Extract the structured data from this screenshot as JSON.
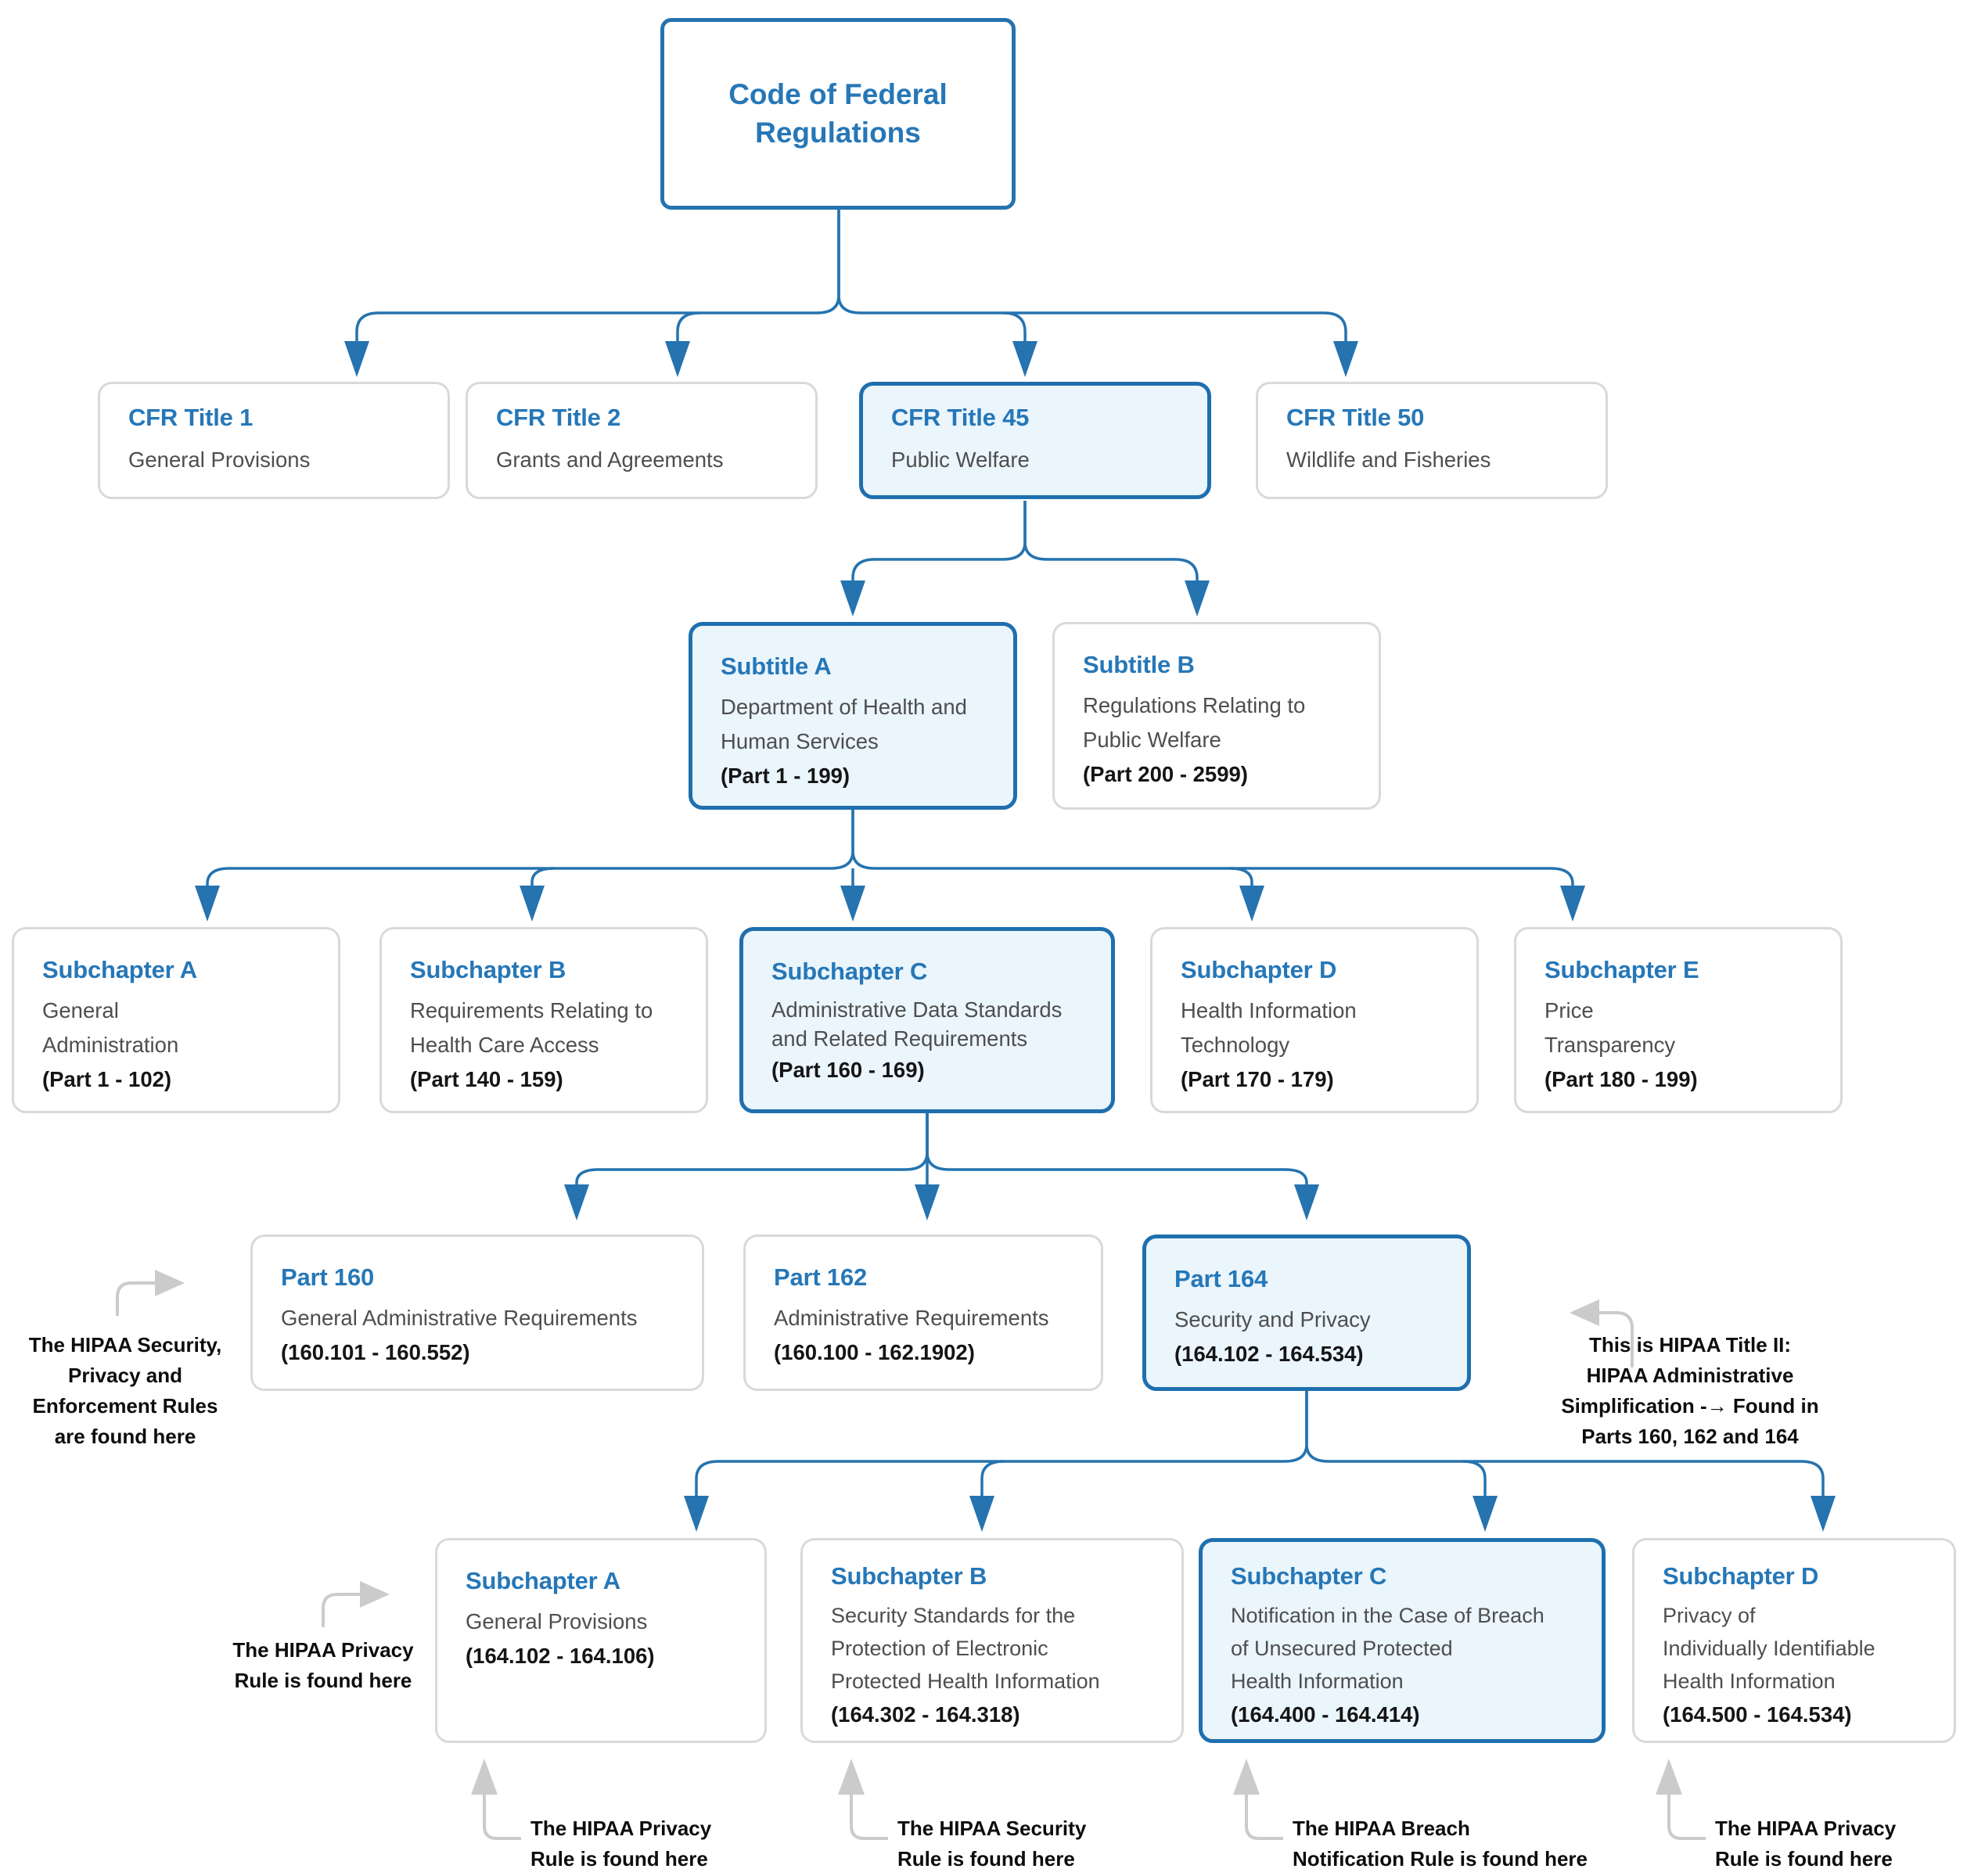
{
  "colors": {
    "connector_blue": "#2573AF",
    "title_blue": "#2677B7",
    "highlight_fill": "#EAF5FC",
    "highlight_border": "#1F6FAE",
    "box_border_gray": "#D9D9D9",
    "body_text": "#4E4E4E",
    "emphasis_text": "#151515",
    "annotation_arrow_gray": "#CBCBCB"
  },
  "root": {
    "title": "Code of Federal\nRegulations"
  },
  "cfr_titles": [
    {
      "title": "CFR Title 1",
      "desc": "General Provisions"
    },
    {
      "title": "CFR Title 2",
      "desc": "Grants and Agreements"
    },
    {
      "title": "CFR Title 45",
      "desc": "Public Welfare"
    },
    {
      "title": "CFR Title 50",
      "desc": "Wildlife and Fisheries"
    }
  ],
  "subtitles": [
    {
      "title": "Subtitle A",
      "desc": "Department of Health and\nHuman Services",
      "range": "(Part 1 - 199)"
    },
    {
      "title": "Subtitle B",
      "desc": "Regulations Relating to\nPublic Welfare",
      "range": "(Part 200 - 2599)"
    }
  ],
  "title45_subchapters": [
    {
      "title": "Subchapter A",
      "desc": "General\nAdministration",
      "range": "(Part 1 - 102)"
    },
    {
      "title": "Subchapter B",
      "desc": "Requirements Relating to\nHealth Care Access",
      "range": "(Part 140 - 159)"
    },
    {
      "title": "Subchapter C",
      "desc": "Administrative Data Standards\nand Related Requirements",
      "range": "(Part 160 - 169)"
    },
    {
      "title": "Subchapter D",
      "desc": "Health Information\nTechnology",
      "range": "(Part 170 - 179)"
    },
    {
      "title": "Subchapter E",
      "desc": "Price\nTransparency",
      "range": "(Part 180 - 199)"
    }
  ],
  "parts": [
    {
      "title": "Part 160",
      "desc": "General Administrative Requirements",
      "range": "(160.101 - 160.552)"
    },
    {
      "title": "Part 162",
      "desc": "Administrative Requirements",
      "range": "(160.100 - 162.1902)"
    },
    {
      "title": "Part 164",
      "desc": "Security and Privacy",
      "range": "(164.102 - 164.534)"
    }
  ],
  "part164_subchapters": [
    {
      "title": "Subchapter A",
      "desc": "General Provisions",
      "range": "(164.102 - 164.106)"
    },
    {
      "title": "Subchapter B",
      "desc": "Security Standards for the\nProtection of Electronic\nProtected Health Information",
      "range": "(164.302 - 164.318)"
    },
    {
      "title": "Subchapter C",
      "desc": "Notification in the Case of Breach\nof Unsecured Protected\nHealth Information",
      "range": "(164.400 - 164.414)"
    },
    {
      "title": "Subchapter D",
      "desc": "Privacy of\nIndividually Identifiable\nHealth Information",
      "range": "(164.500 - 164.534)"
    }
  ],
  "annotations": {
    "parts_left": "The HIPAA Security,\nPrivacy and\nEnforcement Rules\nare found here",
    "parts_right": "This is HIPAA Title II:\nHIPAA Administrative\nSimplification -→ Found in\nParts 160, 162 and 164",
    "subchapter_a_left": "The HIPAA Privacy\nRule is found here",
    "bottom": [
      "The HIPAA Privacy\nRule is found here",
      "The HIPAA Security\nRule is found here",
      "The HIPAA Breach\nNotification Rule is found here",
      "The HIPAA Privacy\nRule is found here"
    ]
  }
}
